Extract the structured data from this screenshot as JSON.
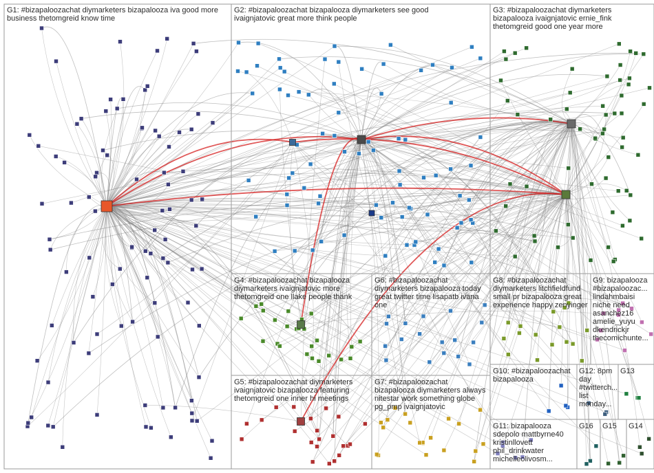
{
  "colors": {
    "edge_gray": "#7f7f7f",
    "edge_red": "#d62020",
    "box_border": "#9a9a9a",
    "text": "#2a2a2a",
    "hub_orange": "#e8572a"
  },
  "groups": [
    {
      "id": "g1",
      "text": "G1: #bizapaloozachat diymarketers bizapalooza iva good more business thetomgreid know time"
    },
    {
      "id": "g2",
      "text": "G2: #bizapaloozachat bizapalooza diymarketers see good ivaignjatovic great more think people"
    },
    {
      "id": "g3",
      "text": "G3: #bizapaloozachat diymarketers bizapalooza ivaignjatovic ernie_fink thetomgreid good one year more"
    },
    {
      "id": "g4",
      "text": "G4: #bizapaloozachat bizapalooza diymarketers ivaignjatovic more thetomgreid one llake people thank"
    },
    {
      "id": "g5",
      "text": "G5: #bizapaloozachat diymarketers ivaignjatovic bizapalooza featuring thetomgreid one inner hi meetings"
    },
    {
      "id": "g6",
      "text": "G6: #bizapaloozachat diymarketers bizapalooza today great twitter time lisapatb ivana one"
    },
    {
      "id": "g7",
      "text": "G7: #bizapaloozachat bizapalooza diymarketers always nitestar work something globe pg_pmp ivaignjatovic"
    },
    {
      "id": "g8",
      "text": "G8: #bizapaloozachat diymarketers litchfieldfund small pr bizapalooza great experience happy zenyinger"
    },
    {
      "id": "g9",
      "text": "G9: bizapalooza #bizapaloozac... lindahmbaisi niche need asanchez16 amelie_yuyu dkendrickjr thecomichunte..."
    },
    {
      "id": "g10",
      "text": "G10: #bizapaloozachat bizapalooza"
    },
    {
      "id": "g11",
      "text": "G11: bizapalooza sdepolo mattbyrne40 kristinllovett phil_drinkwater michelleolivosm..."
    },
    {
      "id": "g12",
      "text": "G12: 8pm day #twitterch... list monday..."
    },
    {
      "id": "g13",
      "text": "G13"
    },
    {
      "id": "g14",
      "text": "G14"
    },
    {
      "id": "g15",
      "text": "G15"
    },
    {
      "id": "g16",
      "text": "G16"
    }
  ]
}
